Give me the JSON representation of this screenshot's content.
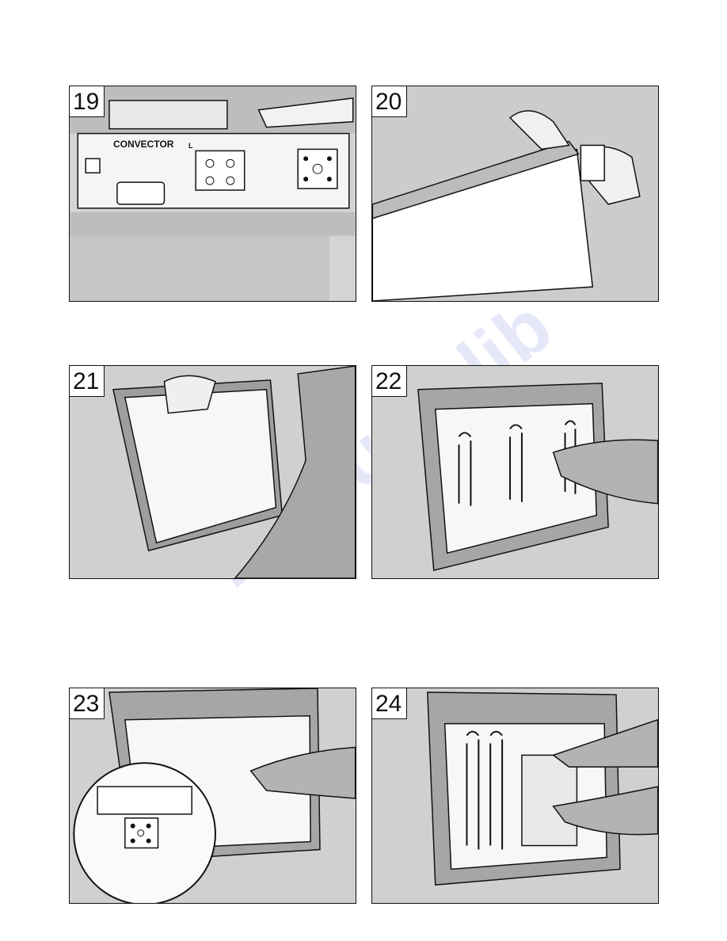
{
  "watermark": "manualslib",
  "panels": [
    {
      "step": "19",
      "label": "CONVECTOR",
      "label_suffix": "L"
    },
    {
      "step": "20"
    },
    {
      "step": "21"
    },
    {
      "step": "22"
    },
    {
      "step": "23"
    },
    {
      "step": "24"
    }
  ],
  "colors": {
    "border": "#111111",
    "shade": "#cfcfcf",
    "paper": "#ffffff",
    "watermark": "#8c96e6"
  }
}
